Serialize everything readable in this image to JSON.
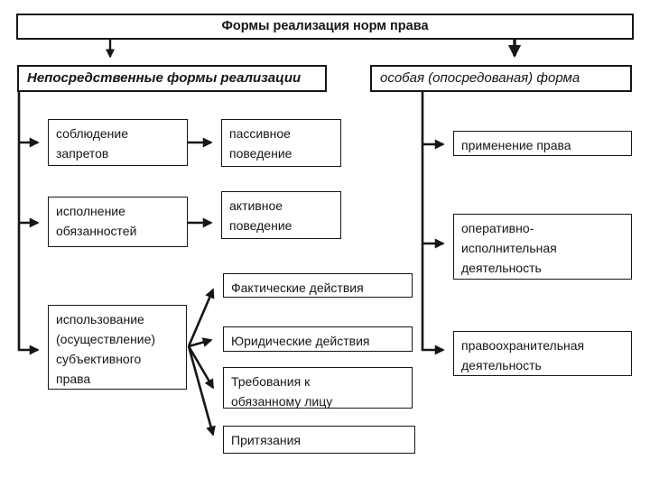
{
  "diagram": {
    "title": "Формы реализация норм права",
    "left_branch": {
      "header": "Непосредственные формы реализации",
      "observance": "соблюдение\nзапретов",
      "passive": "пассивное\nповедение",
      "execution": "исполнение\nобязанностей",
      "active": "активное\nповедение",
      "usage": "использование\n(осуществление)\nсубъективного\nправа",
      "factual": "Фактические действия",
      "legal": "Юридические действия",
      "demand": "Требования к\nобязанному лицу",
      "claim": "Притязания"
    },
    "right_branch": {
      "header": "особая (опосредованая) форма",
      "application": "применение права",
      "operative": "оперативно-\nисполнительная\nдеятельность",
      "enforcement": "правоохранительная\nдеятельность"
    },
    "colors": {
      "ink": "#161616",
      "paper": "#ffffff"
    }
  }
}
